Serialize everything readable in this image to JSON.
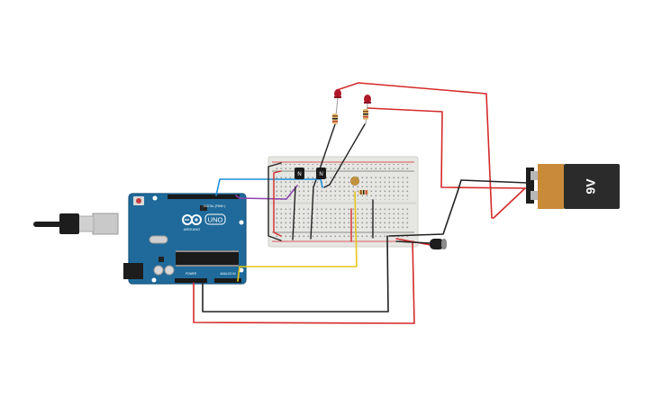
{
  "colors": {
    "board": "#1f6a9a",
    "board_edge": "#16557d",
    "breadboard": "#e8e8e6",
    "wire_red": "#d42a2a",
    "wire_black": "#222222",
    "wire_yellow": "#e6c617",
    "wire_blue": "#1e8fd6",
    "wire_purple": "#8e44ad",
    "battery_body": "#2b2b2b",
    "battery_cap": "#c98b3a",
    "led_red": "#b0182a",
    "chip": "#1a1a1a"
  },
  "arduino": {
    "brand": "ARDUINO",
    "model": "UNO",
    "digital_label": "DIGITAL (PWM~)",
    "power_label": "POWER",
    "analog_label": "ANALOG IN"
  },
  "battery": {
    "label": "9V"
  },
  "transistors": [
    {
      "label": "N"
    },
    {
      "label": "N"
    }
  ]
}
